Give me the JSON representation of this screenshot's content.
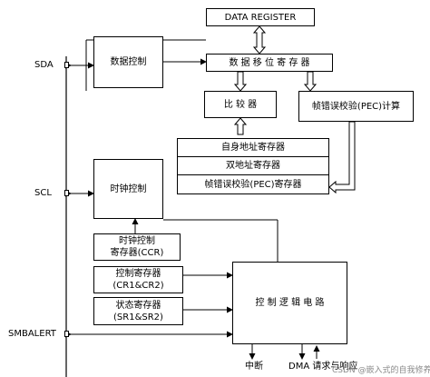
{
  "pins": {
    "sda": "SDA",
    "scl": "SCL",
    "smbalert": "SMBALERT"
  },
  "blocks": {
    "data_register": "DATA REGISTER",
    "data_control": "数据控制",
    "data_shift_register": "数 据 移 位 寄 存 器",
    "comparator": "比 较 器",
    "pec_calc": "帧错误校验(PEC)计算",
    "own_address_register": "自身地址寄存器",
    "dual_address_register": "双地址寄存器",
    "pec_register": "帧错误校验(PEC)寄存器",
    "clock_control": "时钟控制",
    "clock_control_register": [
      "时钟控制",
      "寄存器(CCR)"
    ],
    "control_register": [
      "控制寄存器",
      "(CR1&CR2)"
    ],
    "status_register": [
      "状态寄存器",
      "(SR1&SR2)"
    ],
    "control_logic": "控 制 逻 辑 电 路"
  },
  "outputs": {
    "interrupt": "中断",
    "dma": "DMA 请求与响应"
  },
  "watermark": "CSDN @嵌入式的自我修养"
}
